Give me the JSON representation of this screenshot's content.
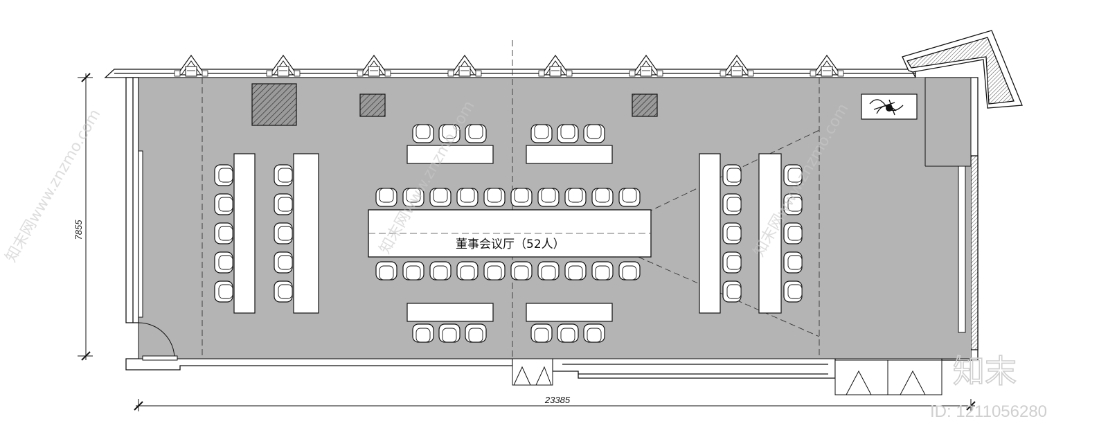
{
  "drawing": {
    "dimension_width": "23385",
    "dimension_height": "7855",
    "room_label": "董事会议厅（52人）"
  },
  "watermark": {
    "url_text": "知末网www.znzmo.com",
    "brand": "知末",
    "id_text": "ID: 1211056280"
  },
  "colors": {
    "floor": "#b4b4b4",
    "line": "#111111",
    "furniture": "#ffffff"
  },
  "icons": [
    "wall-lamp-icon",
    "chair-icon",
    "door-swing-icon",
    "plant-icon",
    "hatched-pillar-icon"
  ]
}
